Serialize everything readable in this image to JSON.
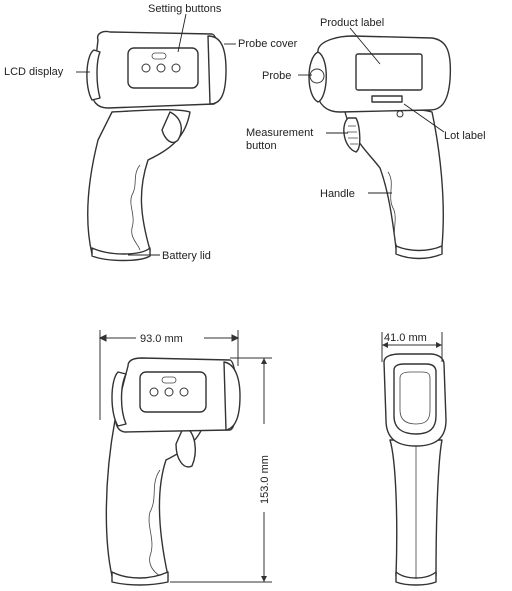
{
  "labels": {
    "setting_buttons": "Setting buttons",
    "probe_cover": "Probe cover",
    "lcd_display": "LCD display",
    "battery_lid": "Battery lid",
    "product_label": "Product label",
    "probe": "Probe",
    "lot_label": "Lot label",
    "measurement_button_line1": "Measurement",
    "measurement_button_line2": "button",
    "handle": "Handle"
  },
  "dimensions": {
    "width": "93.0 mm",
    "height": "153.0 mm",
    "depth": "41.0 mm"
  }
}
